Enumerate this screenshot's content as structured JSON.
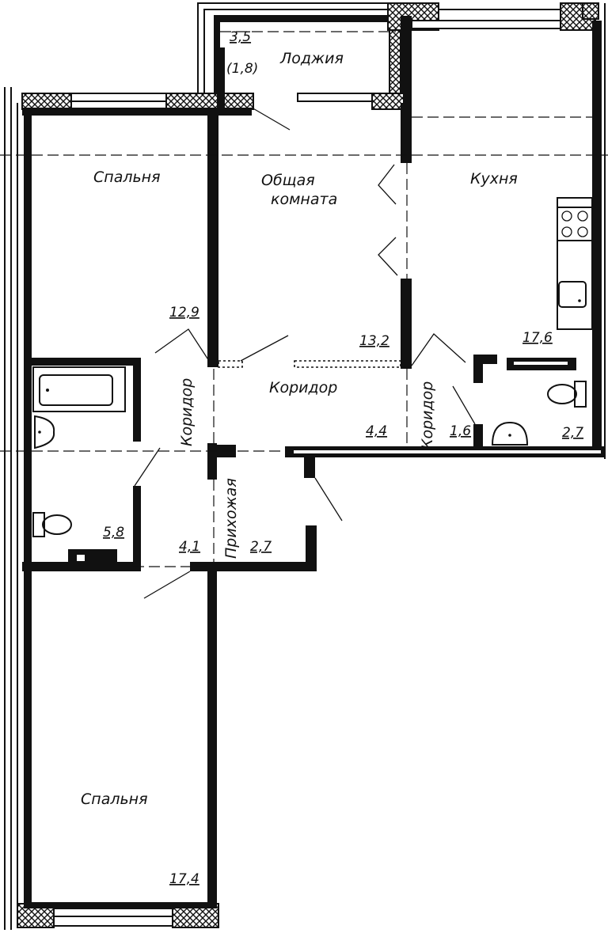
{
  "rooms": {
    "loggia": {
      "name": "Лоджия",
      "area": "3,5",
      "area_reduced": "(1,8)"
    },
    "bedroom_top": {
      "name": "Спальня",
      "area": "12,9"
    },
    "living_room": {
      "name_line1": "Общая",
      "name_line2": "комната",
      "area": "13,2"
    },
    "kitchen": {
      "name": "Кухня",
      "area": "17,6"
    },
    "corridor_center": {
      "name": "Коридор",
      "area": "4,4"
    },
    "corridor_left": {
      "name": "Коридор"
    },
    "corridor_right": {
      "name": "Коридор",
      "area": "1,6"
    },
    "bathroom": {
      "area": "5,8"
    },
    "toilet": {
      "area": "2,7"
    },
    "hall": {
      "name": "Прихожая",
      "area": "2,7",
      "area_left": "4,1"
    },
    "bedroom_bottom": {
      "name": "Спальня",
      "area": "17,4"
    }
  }
}
